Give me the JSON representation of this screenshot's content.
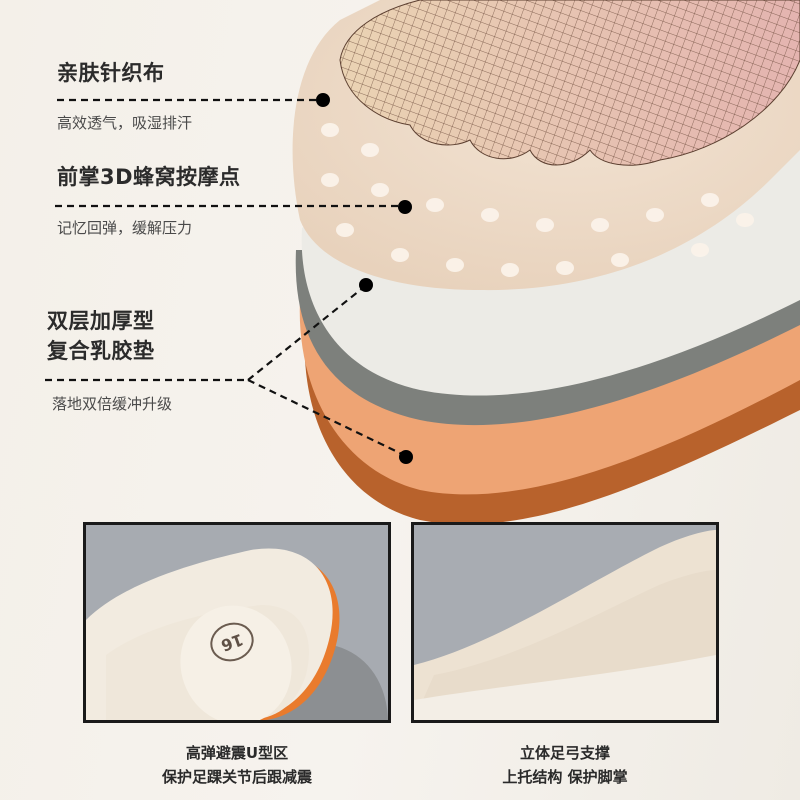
{
  "features": [
    {
      "title": "亲肤针织布",
      "subtitle": "高效透气，吸湿排汗"
    },
    {
      "title": "前掌3D蜂窝按摩点",
      "subtitle": "记忆回弹，缓解压力"
    },
    {
      "title_lines": [
        "双层加厚型",
        "复合乳胶垫"
      ],
      "subtitle": "落地双倍缓冲升级"
    }
  ],
  "detail_photos": [
    {
      "caption_lines": [
        "高弹避震U型区",
        "保护足踝关节后跟减震"
      ],
      "size_mark": "16"
    },
    {
      "caption_lines": [
        "立体足弓支撑",
        "上托结构  保护脚掌"
      ]
    }
  ],
  "colors": {
    "background": "#f4f0e9",
    "knit_layer": "#efdcc8",
    "white_layer": "#ecebe6",
    "gray_edge": "#7d807c",
    "orange_top": "#eea474",
    "orange_side": "#b8622c",
    "callout_line": "#111111",
    "title_text": "#2b2b2b",
    "photo_border": "#1a1a1a"
  }
}
